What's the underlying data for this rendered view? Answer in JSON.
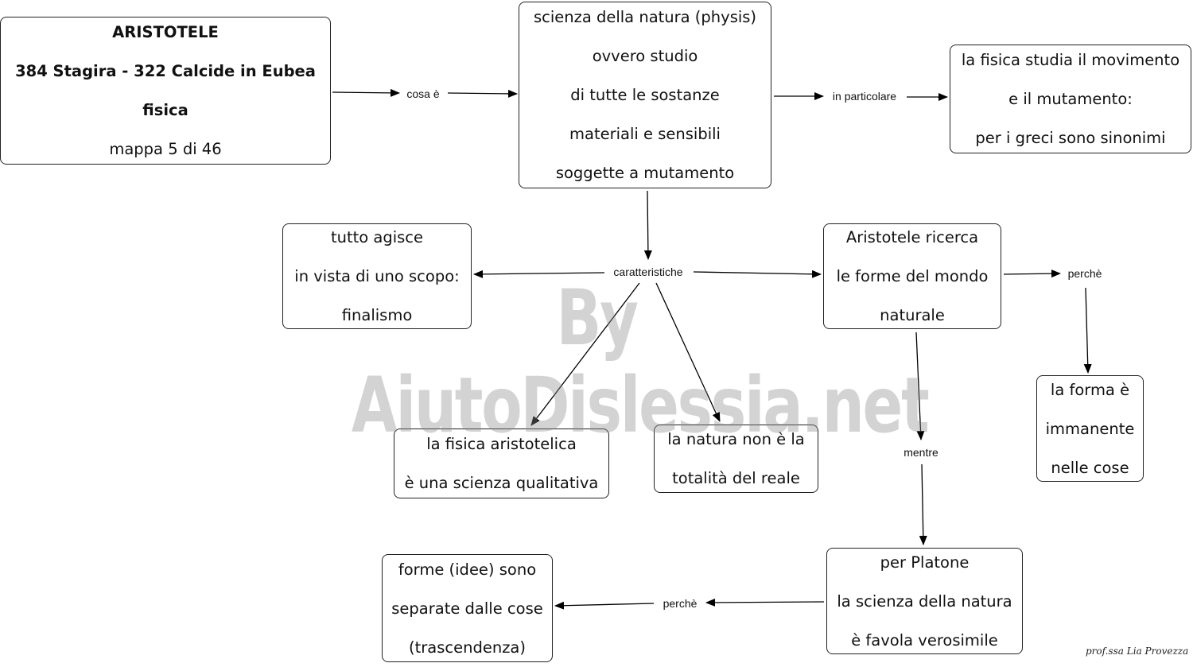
{
  "nodes": {
    "aristotele": {
      "title": "ARISTOTELE",
      "dates": "384 Stagira - 322 Calcide in Eubea",
      "topic": "fisica",
      "map": "mappa 5 di 46"
    },
    "scienza": {
      "lines": [
        "scienza della natura  (physis)",
        "ovvero studio",
        "di tutte le sostanze",
        "materiali e sensibili",
        "soggette a mutamento"
      ]
    },
    "fisica_movimento": {
      "lines": [
        "la fisica studia il movimento",
        "e il  mutamento:",
        "per i greci sono sinonimi"
      ]
    },
    "finalismo": {
      "lines": [
        "tutto agisce",
        "in vista di uno scopo:",
        "finalismo"
      ]
    },
    "forme_mondo": {
      "lines": [
        "Aristotele ricerca",
        "le forme del mondo",
        "naturale"
      ]
    },
    "forma_immanente": {
      "lines": [
        "la forma è",
        "immanente",
        "nelle cose"
      ]
    },
    "qualitativa": {
      "lines": [
        "la fisica aristotelica",
        "è una scienza qualitativa"
      ]
    },
    "natura_totalita": {
      "lines": [
        "la natura non è la",
        "totalità del reale"
      ]
    },
    "platone": {
      "lines": [
        "per Platone",
        "la scienza della natura",
        "è favola verosimile"
      ]
    },
    "forme_idee": {
      "lines": [
        "forme (idee) sono",
        "separate dalle cose",
        "(trascendenza)"
      ]
    }
  },
  "links": {
    "cosa_e": "cosa è",
    "in_particolare": "in particolare",
    "caratteristiche": "caratteristiche",
    "perche_1": "perchè",
    "mentre": "mentre",
    "perche_2": "perchè"
  },
  "watermark": "By AiutoDislessia.net",
  "signature": "prof.ssa Lia Provezza"
}
